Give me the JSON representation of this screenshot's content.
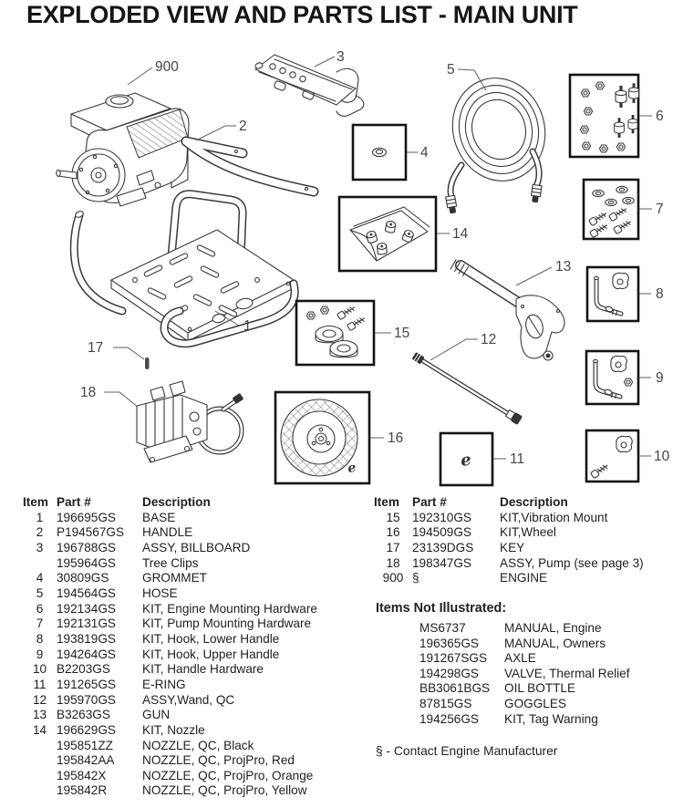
{
  "title": "EXPLODED VIEW AND PARTS LIST - MAIN UNIT",
  "diagram": {
    "ering_glyph": "e",
    "callouts": {
      "engine": "900",
      "base": "1",
      "handle": "2",
      "billboard": "3",
      "grommet": "4",
      "hose": "5",
      "engine_mount_kit": "6",
      "pump_mount_kit": "7",
      "hook_lower": "8",
      "hook_upper": "9",
      "handle_hw": "10",
      "ering": "11",
      "wand": "12",
      "gun": "13",
      "nozzle_kit": "14",
      "vibration_kit": "15",
      "wheel_kit": "16",
      "key": "17",
      "pump": "18"
    }
  },
  "tables": {
    "left": {
      "headers": {
        "item": "Item",
        "part": "Part #",
        "desc": "Description"
      },
      "rows": [
        {
          "item": "1",
          "part": "196695GS",
          "desc": "BASE"
        },
        {
          "item": "2",
          "part": "P194567GS",
          "desc": "HANDLE"
        },
        {
          "item": "3",
          "part": "196788GS",
          "desc": "ASSY, BILLBOARD"
        },
        {
          "item": "",
          "part": "195964GS",
          "desc": "Tree Clips"
        },
        {
          "item": "4",
          "part": "30809GS",
          "desc": "GROMMET"
        },
        {
          "item": "5",
          "part": "194564GS",
          "desc": "HOSE"
        },
        {
          "item": "6",
          "part": "192134GS",
          "desc": "KIT, Engine Mounting Hardware"
        },
        {
          "item": "7",
          "part": "192131GS",
          "desc": "KIT, Pump Mounting Hardware"
        },
        {
          "item": "8",
          "part": "193819GS",
          "desc": "KIT, Hook, Lower Handle"
        },
        {
          "item": "9",
          "part": "194264GS",
          "desc": "KIT, Hook, Upper Handle"
        },
        {
          "item": "10",
          "part": "B2203GS",
          "desc": "KIT, Handle Hardware"
        },
        {
          "item": "11",
          "part": "191265GS",
          "desc": "E-RING"
        },
        {
          "item": "12",
          "part": "195970GS",
          "desc": "ASSY,Wand, QC"
        },
        {
          "item": "13",
          "part": "B3263GS",
          "desc": "GUN"
        },
        {
          "item": "14",
          "part": "196629GS",
          "desc": "KIT, Nozzle"
        },
        {
          "item": "",
          "part": "195851ZZ",
          "desc": "NOZZLE, QC, Black"
        },
        {
          "item": "",
          "part": "195842AA",
          "desc": "NOZZLE, QC, ProjPro, Red"
        },
        {
          "item": "",
          "part": "195842X",
          "desc": "NOZZLE, QC, ProjPro, Orange"
        },
        {
          "item": "",
          "part": "195842R",
          "desc": "NOZZLE, QC, ProjPro, Yellow"
        }
      ]
    },
    "right": {
      "headers": {
        "item": "Item",
        "part": "Part #",
        "desc": "Description"
      },
      "rows": [
        {
          "item": "15",
          "part": "192310GS",
          "desc": "KIT,Vibration Mount"
        },
        {
          "item": "16",
          "part": "194509GS",
          "desc": "KIT,Wheel"
        },
        {
          "item": "17",
          "part": "23139DGS",
          "desc": "KEY"
        },
        {
          "item": "18",
          "part": "198347GS",
          "desc": "ASSY, Pump (see page 3)"
        },
        {
          "item": "900",
          "part": "§",
          "desc": "ENGINE"
        }
      ]
    }
  },
  "not_illustrated": {
    "heading": "Items Not Illustrated:",
    "rows": [
      {
        "part": "MS6737",
        "desc": "MANUAL, Engine"
      },
      {
        "part": "196365GS",
        "desc": "MANUAL, Owners"
      },
      {
        "part": "191267SGS",
        "desc": "AXLE"
      },
      {
        "part": "194298GS",
        "desc": "VALVE, Thermal Relief"
      },
      {
        "part": "BB3061BGS",
        "desc": "OIL BOTTLE"
      },
      {
        "part": "87815GS",
        "desc": "GOGGLES"
      },
      {
        "part": "194256GS",
        "desc": "KIT, Tag Warning"
      }
    ]
  },
  "footnote": "§ - Contact Engine Manufacturer"
}
